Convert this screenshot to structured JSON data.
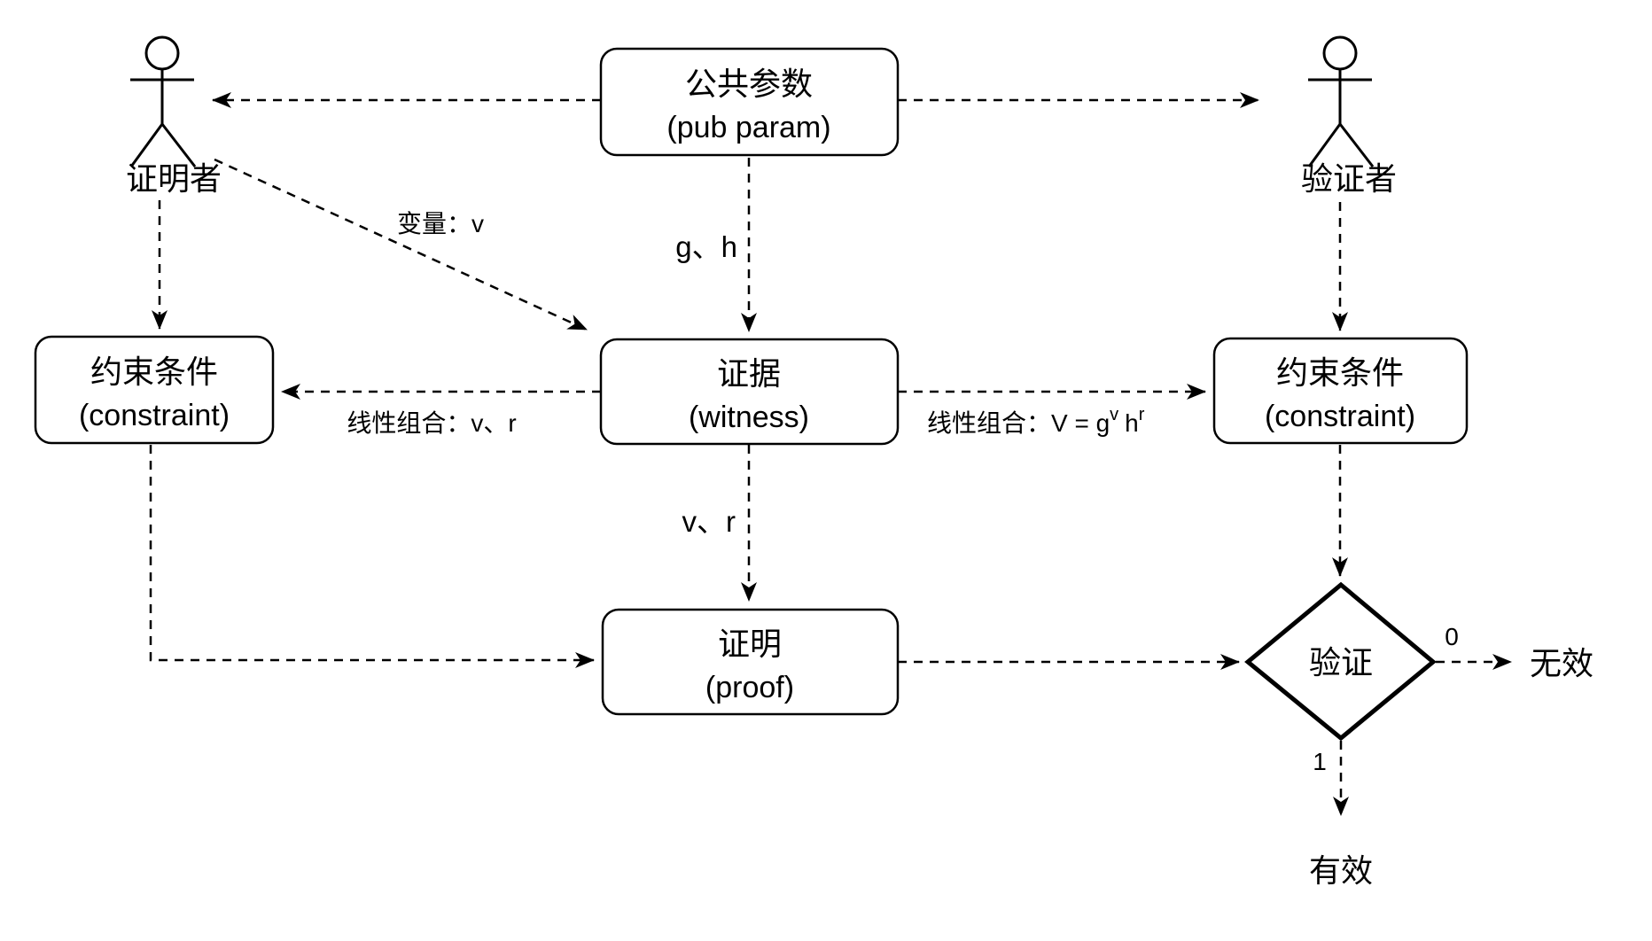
{
  "colors": {
    "ink": "#000000",
    "background": "#ffffff"
  },
  "actors": {
    "prover": {
      "label": "证明者"
    },
    "verifier": {
      "label": "验证者"
    }
  },
  "nodes": {
    "pub_param": {
      "title": "公共参数",
      "subtitle": "(pub param)"
    },
    "witness": {
      "title": "证据",
      "subtitle": "(witness)"
    },
    "constraint_left": {
      "title": "约束条件",
      "subtitle": "(constraint)"
    },
    "constraint_right": {
      "title": "约束条件",
      "subtitle": "(constraint)"
    },
    "proof": {
      "title": "证明",
      "subtitle": "(proof)"
    },
    "verify": {
      "title": "验证"
    }
  },
  "edges": {
    "variable": "变量：v",
    "generators": "g、h",
    "linear_combo_left": "线性组合：v、r",
    "linear_combo_right": {
      "base": "线性组合：V = g",
      "sup1": "v",
      "mid": "h",
      "sup2": "r"
    },
    "witness_values": "v、r",
    "invalid_branch": "0",
    "valid_branch": "1"
  },
  "outcomes": {
    "invalid": "无效",
    "valid": "有效"
  }
}
